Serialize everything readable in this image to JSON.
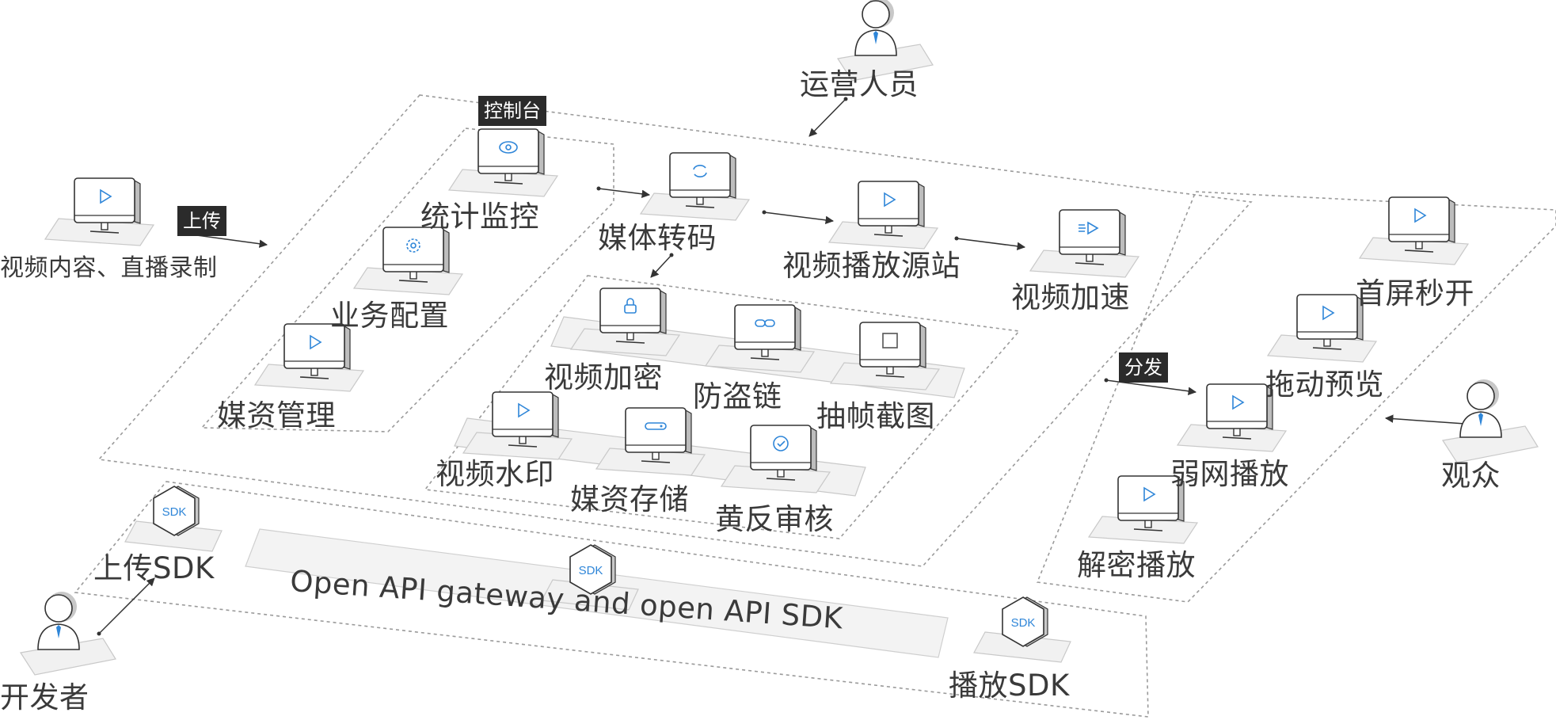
{
  "colors": {
    "accent": "#2f86d8",
    "tag_bg": "#2b2b2b",
    "text": "#3a3a3a",
    "dash": "#9a9a9a"
  },
  "tags": {
    "console": "控制台",
    "upload": "上传",
    "distribute": "分发"
  },
  "actors": {
    "operator": "运营人员",
    "developer": "开发者",
    "audience": "观众"
  },
  "source": {
    "label": "视频内容、直播录制",
    "icon": "play-icon"
  },
  "console_items": [
    {
      "label": "统计监控",
      "icon": "eye-icon"
    },
    {
      "label": "业务配置",
      "icon": "gear-icon"
    },
    {
      "label": "媒资管理",
      "icon": "play-icon"
    }
  ],
  "pipeline": [
    {
      "label": "媒体转码",
      "icon": "transcode-icon"
    },
    {
      "label": "视频播放源站",
      "icon": "play-icon"
    },
    {
      "label": "视频加速",
      "icon": "accelerate-icon"
    }
  ],
  "services_row1": [
    {
      "label": "视频加密",
      "icon": "lock-icon"
    },
    {
      "label": "防盗链",
      "icon": "link-icon"
    },
    {
      "label": "抽帧截图",
      "icon": "square-icon"
    }
  ],
  "services_row2": [
    {
      "label": "视频水印",
      "icon": "play-icon"
    },
    {
      "label": "媒资存储",
      "icon": "storage-icon"
    },
    {
      "label": "黄反审核",
      "icon": "check-icon"
    }
  ],
  "player_features": [
    {
      "label": "首屏秒开",
      "icon": "play-icon"
    },
    {
      "label": "拖动预览",
      "icon": "play-icon"
    },
    {
      "label": "弱网播放",
      "icon": "play-icon"
    },
    {
      "label": "解密播放",
      "icon": "play-icon"
    }
  ],
  "sdk": {
    "upload": "上传SDK",
    "api": "Open API gateway and open API SDK",
    "player": "播放SDK",
    "badge": "SDK"
  }
}
